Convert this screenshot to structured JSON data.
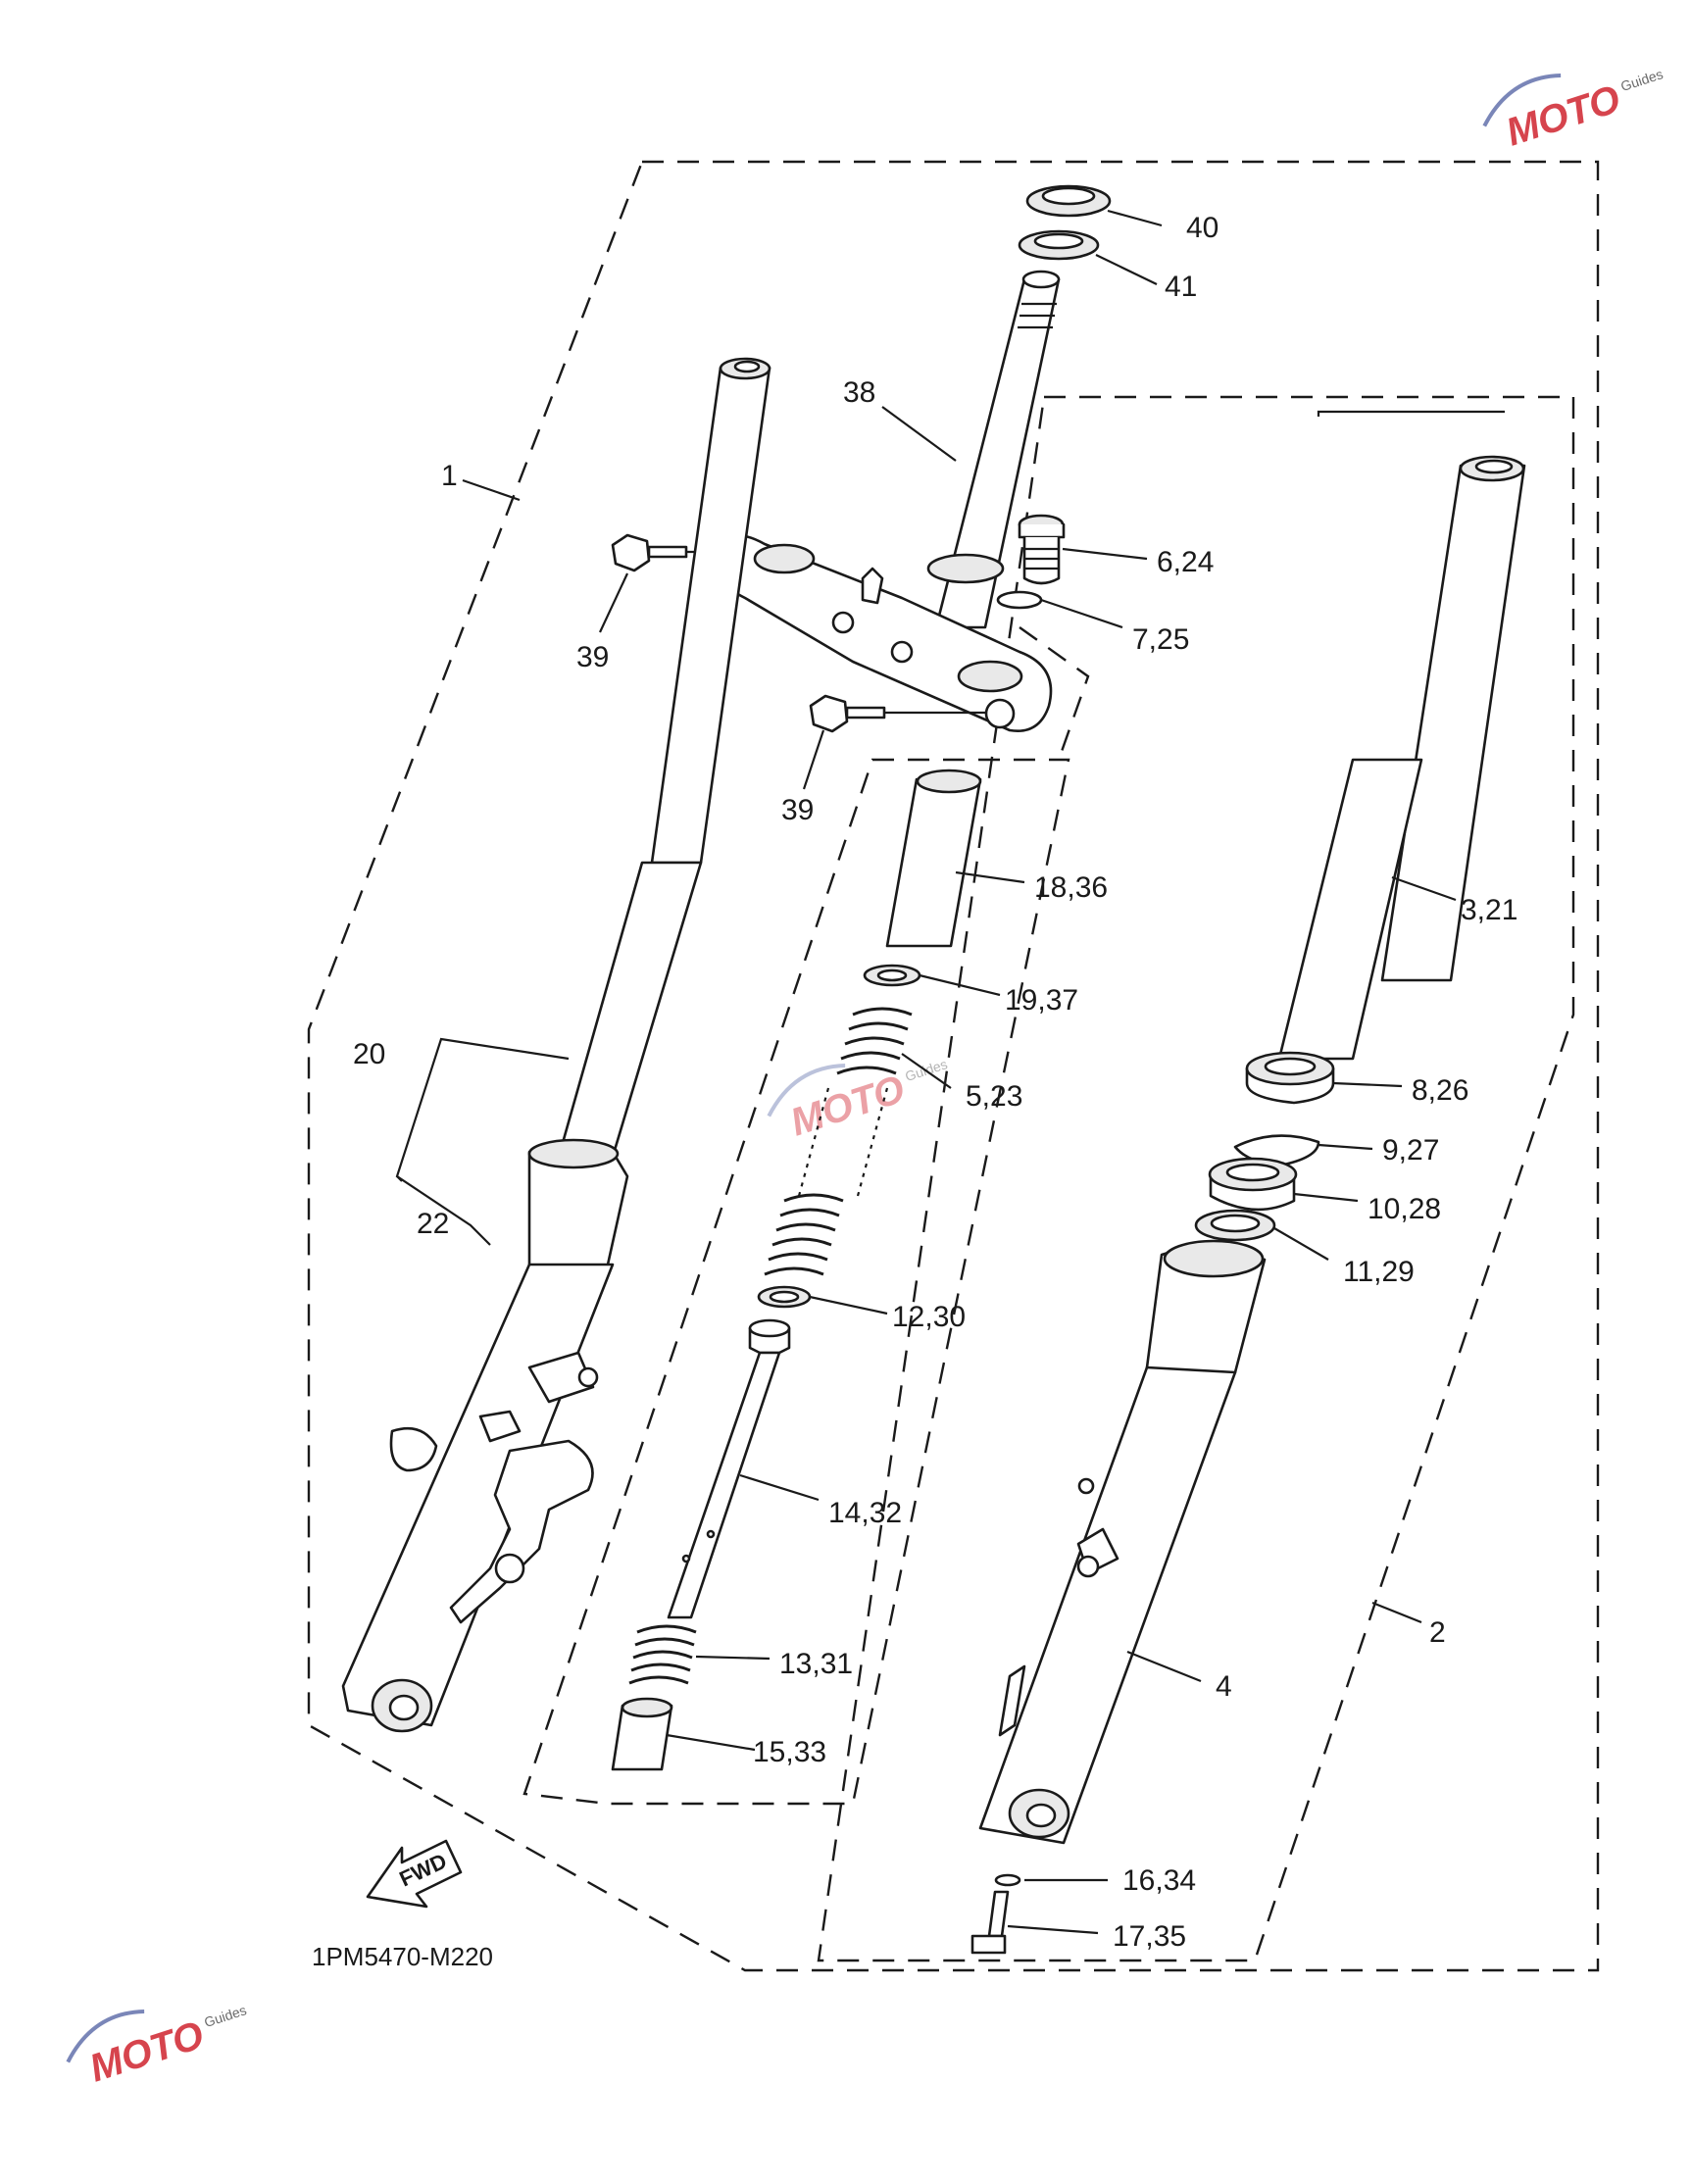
{
  "diagram": {
    "drawing_code": "1PM5470-M220",
    "fwd_label": "FWD",
    "labels": {
      "p1": "1",
      "p2": "2",
      "p3_21": "3,21",
      "p4": "4",
      "p5_23": "5,23",
      "p6_24": "6,24",
      "p7_25": "7,25",
      "p8_26": "8,26",
      "p9_27": "9,27",
      "p10_28": "10,28",
      "p11_29": "11,29",
      "p12_30": "12,30",
      "p13_31": "13,31",
      "p14_32": "14,32",
      "p15_33": "15,33",
      "p16_34": "16,34",
      "p17_35": "17,35",
      "p18_36": "18,36",
      "p19_37": "19,37",
      "p20": "20",
      "p22": "22",
      "p38": "38",
      "p39a": "39",
      "p39b": "39",
      "p40": "40",
      "p41": "41"
    }
  },
  "watermark": {
    "brand": "MOTO",
    "sub": "Guides"
  }
}
